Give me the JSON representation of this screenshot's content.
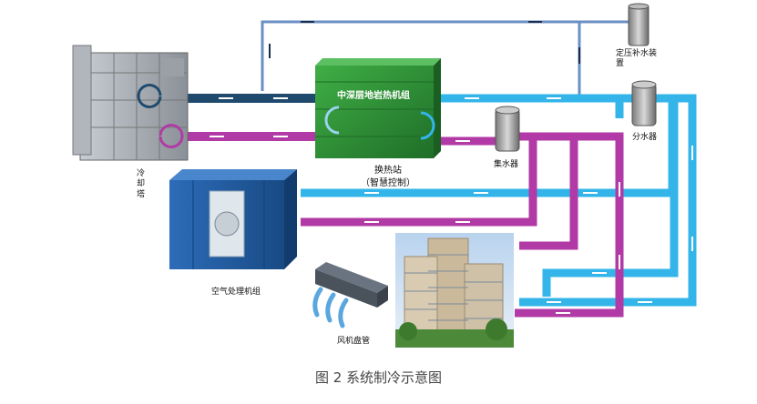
{
  "labels": {
    "cooling_tower": "冷却塔",
    "geothermal_unit": "中深层地岩热机组",
    "station": "换热站",
    "station_sub": "（智慧控制）",
    "makeup_water": "定压补水装置",
    "water_collector": "集水器",
    "water_distributor": "分水器",
    "air_handler": "空气处理机组",
    "fan_coil": "风机盘管"
  },
  "caption": "图 2 系统制冷示意图",
  "colors": {
    "supply_cyan": "#33b5ea",
    "return_magenta": "#b23aa6",
    "tower_supply_navy": "#1f4a6e",
    "makeup_line_blue": "#6a8fc4",
    "unit_green": "#2e8b3a",
    "air_handler_blue": "#1f5fa8"
  }
}
